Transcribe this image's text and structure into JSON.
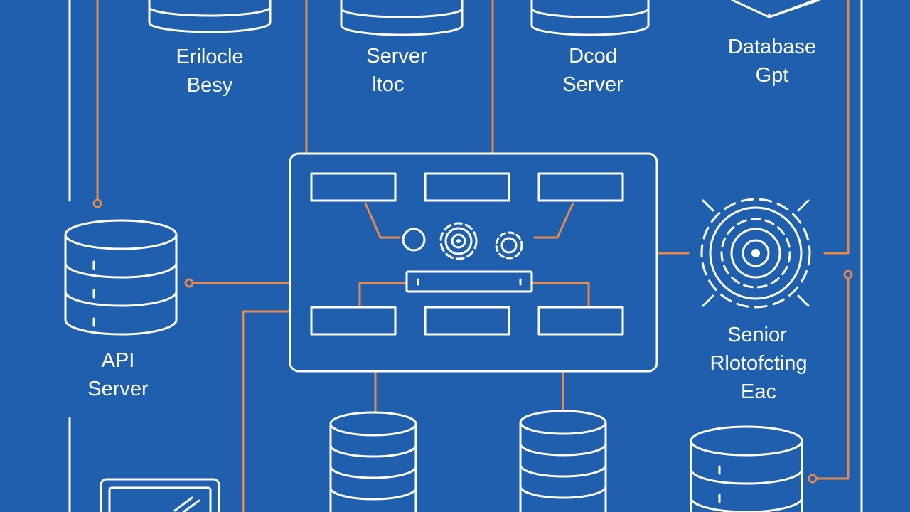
{
  "colors": {
    "background": "#1f5fae",
    "outline": "#ffffff",
    "connector": "#e8894a"
  },
  "labels": {
    "db_top_1": [
      "Erilocle",
      "Besy"
    ],
    "db_top_2": [
      "Server",
      "ltoc"
    ],
    "db_top_3": [
      "Dcod",
      "Server"
    ],
    "db_top_4": [
      "Database",
      "Gpt"
    ],
    "api_server": [
      "API",
      "Server"
    ],
    "gear_node": [
      "Senior",
      "Rlotofcting",
      "Eac"
    ]
  },
  "icons": [
    "database-icon",
    "server-box-icon",
    "gear-icon",
    "monitor-icon"
  ]
}
